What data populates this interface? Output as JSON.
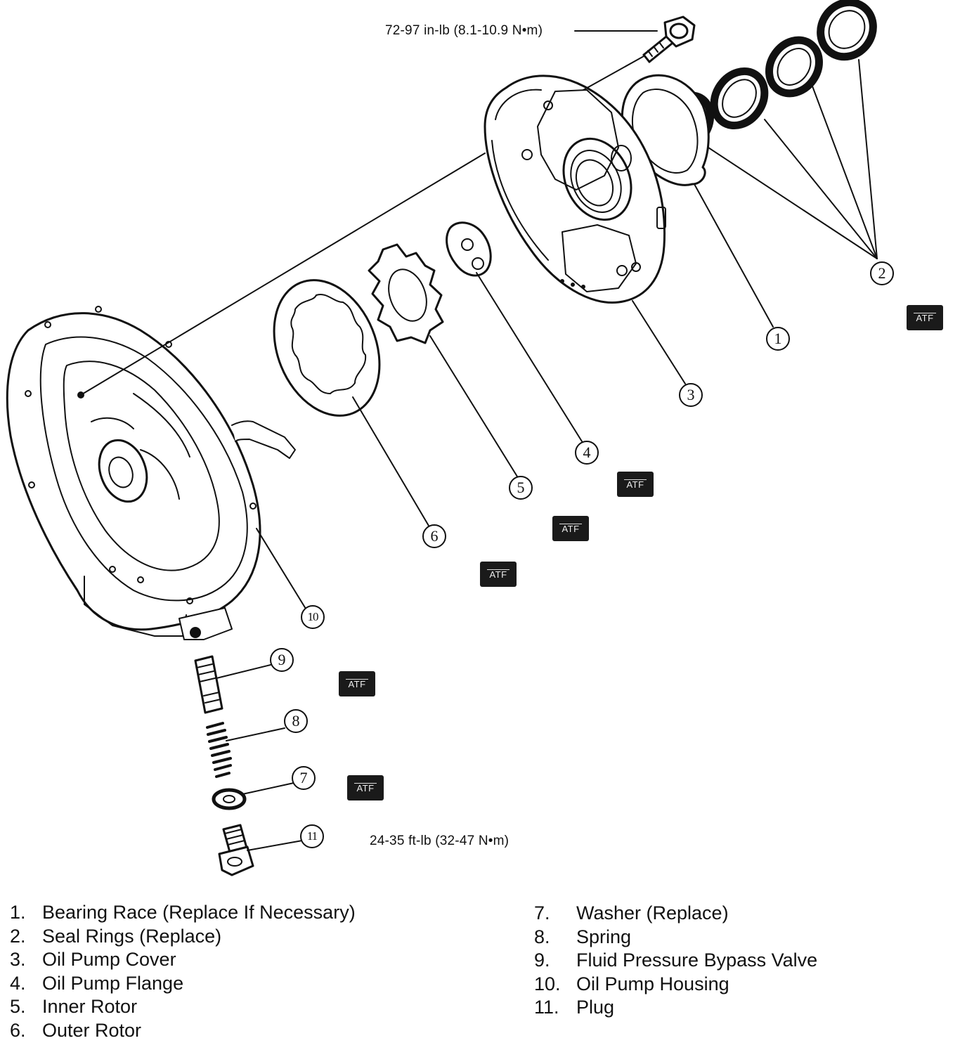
{
  "torque": {
    "bolt": "72-97 in-lb (8.1-10.9 N•m)",
    "plug": "24-35 ft-lb (32-47 N•m)"
  },
  "callouts": [
    "1",
    "2",
    "3",
    "4",
    "5",
    "6",
    "7",
    "8",
    "9",
    "10",
    "11"
  ],
  "atf_label": "ATF",
  "legend": {
    "left": [
      {
        "num": "1.",
        "text": "Bearing Race (Replace If Necessary)"
      },
      {
        "num": "2.",
        "text": "Seal Rings (Replace)"
      },
      {
        "num": "3.",
        "text": "Oil Pump Cover"
      },
      {
        "num": "4.",
        "text": "Oil Pump Flange"
      },
      {
        "num": "5.",
        "text": "Inner Rotor"
      },
      {
        "num": "6.",
        "text": "Outer Rotor"
      }
    ],
    "right": [
      {
        "num": "7.",
        "text": "Washer (Replace)"
      },
      {
        "num": "8.",
        "text": "Spring"
      },
      {
        "num": "9.",
        "text": "Fluid Pressure Bypass Valve"
      },
      {
        "num": "10.",
        "text": "Oil Pump Housing"
      },
      {
        "num": "11.",
        "text": "Plug"
      }
    ]
  }
}
